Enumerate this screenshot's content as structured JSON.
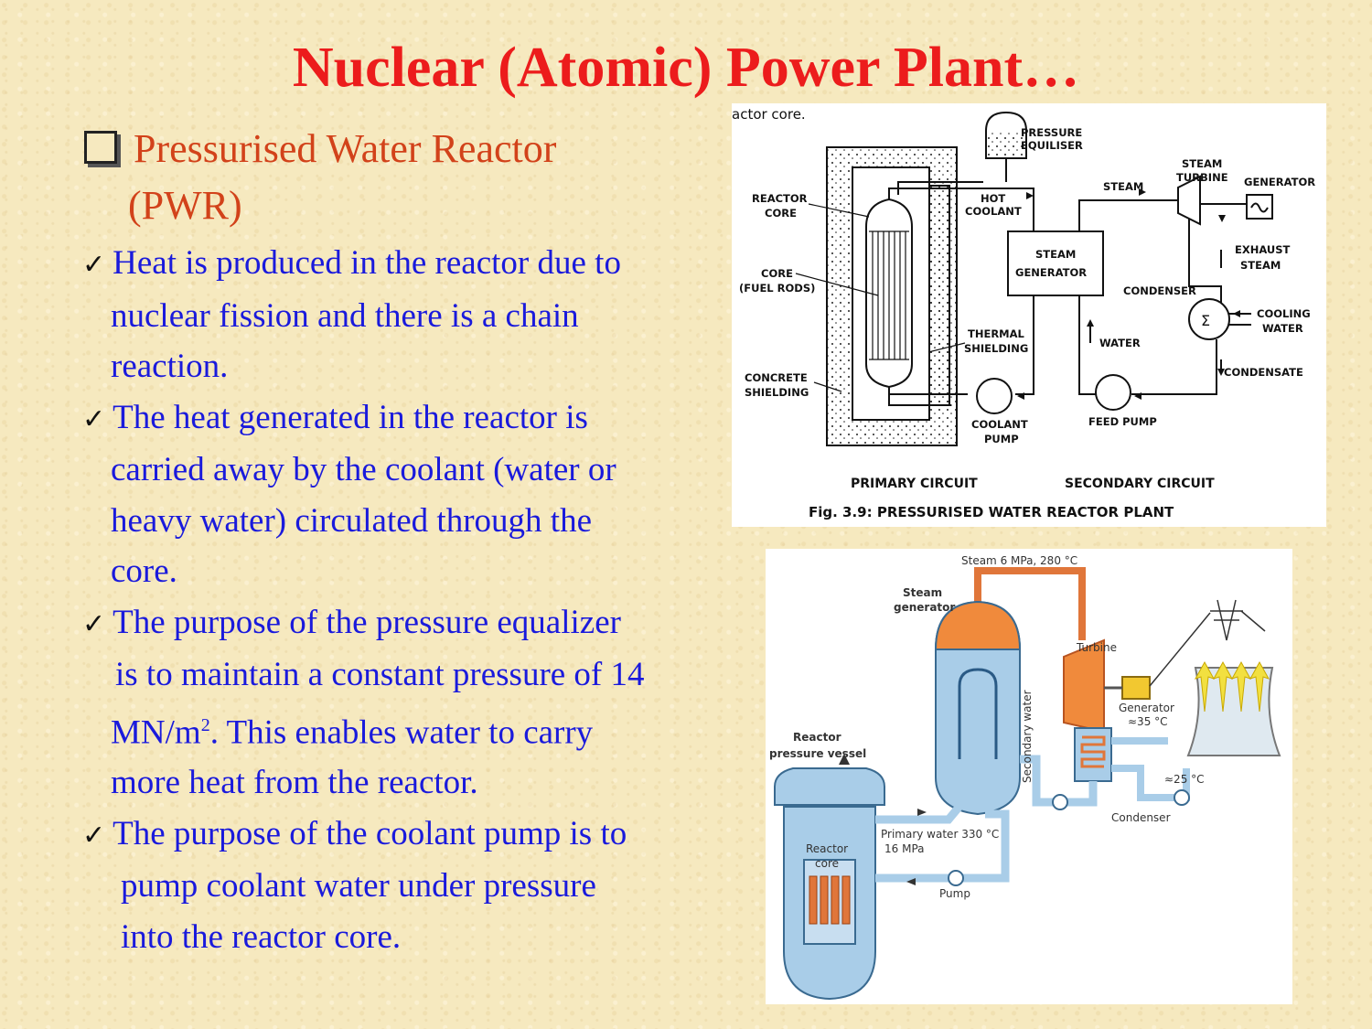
{
  "title": "Nuclear (Atomic) Power Plant…",
  "heading": {
    "line1": "Pressurised Water Reactor",
    "line2": "(PWR)"
  },
  "bullets": [
    {
      "lines": [
        "Heat is produced in the reactor due to",
        "nuclear fission and there is a chain",
        "reaction."
      ]
    },
    {
      "lines": [
        "The heat generated in the reactor is",
        "carried away by the coolant (water or",
        "heavy water) circulated through the",
        "core."
      ]
    },
    {
      "lines": [
        "The purpose of the pressure equalizer",
        "is to maintain a constant pressure of 14",
        "MN/m",
        "2",
        ". This enables water to carry",
        "more heat from the reactor."
      ]
    },
    {
      "lines": [
        "The purpose of the coolant pump is to",
        "pump coolant water under pressure",
        "into the reactor core."
      ]
    }
  ],
  "figure1": {
    "top_fragment": "actor core.",
    "labels": {
      "pressure_equaliser": [
        "PRESSURE",
        "EQUILISER"
      ],
      "reactor_core": [
        "REACTOR",
        "CORE"
      ],
      "hot_coolant": [
        "HOT",
        "COOLANT"
      ],
      "core_fuel_rods": [
        "CORE",
        "(FUEL RODS)"
      ],
      "steam_generator": [
        "STEAM",
        "GENERATOR"
      ],
      "steam": "STEAM",
      "steam_turbine": [
        "STEAM",
        "TURBINE"
      ],
      "generator": "GENERATOR",
      "exhaust_steam": [
        "EXHAUST",
        "STEAM"
      ],
      "condenser": "CONDENSER",
      "cooling_water": [
        "COOLING",
        "WATER"
      ],
      "water": "WATER",
      "thermal_shielding": [
        "THERMAL",
        "SHIELDING"
      ],
      "concrete_shielding": [
        "CONCRETE",
        "SHIELDING"
      ],
      "condensate": "CONDENSATE",
      "coolant_pump": [
        "COOLANT",
        "PUMP"
      ],
      "feed_pump": "FEED PUMP",
      "primary_circuit": "PRIMARY CIRCUIT",
      "secondary_circuit": "SECONDARY CIRCUIT"
    },
    "caption": "Fig. 3.9: PRESSURISED WATER REACTOR PLANT"
  },
  "figure2": {
    "labels": {
      "steam": "Steam 6 MPa, 280 °C",
      "steam_generator": [
        "Steam",
        "generator"
      ],
      "turbine": "Turbine",
      "secondary_water": "Secondary water",
      "generator": "Generator",
      "temp35": "≈35 °C",
      "temp25": "≈25 °C",
      "reactor_pressure_vessel": [
        "Reactor",
        "pressure vessel"
      ],
      "condenser": "Condenser",
      "primary_water": [
        "Primary water 330 °C",
        "16 MPa"
      ],
      "reactor_core": [
        "Reactor",
        "core"
      ],
      "pump": "Pump"
    }
  },
  "colors": {
    "title": "#ec1c1c",
    "heading": "#d2421a",
    "bullets": "#1a1adc",
    "pipe_blue": "#a9cde8",
    "vessel_orange": "#f08a3c"
  }
}
